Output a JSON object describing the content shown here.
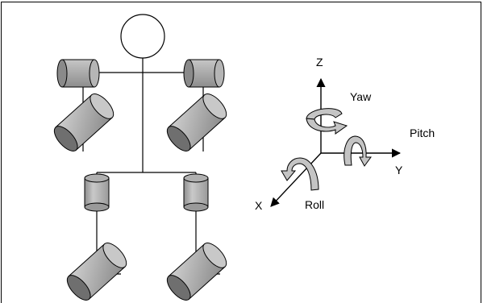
{
  "figure": {
    "axes": {
      "z": "Z",
      "y": "Y",
      "x": "X"
    },
    "rotations": {
      "yaw": "Yaw",
      "pitch": "Pitch",
      "roll": "Roll"
    }
  },
  "colors": {
    "cylinder_side": "#a9a9a9",
    "cylinder_end": "#707070",
    "outline": "#000000",
    "arrow_fill": "#c4c4c4"
  }
}
